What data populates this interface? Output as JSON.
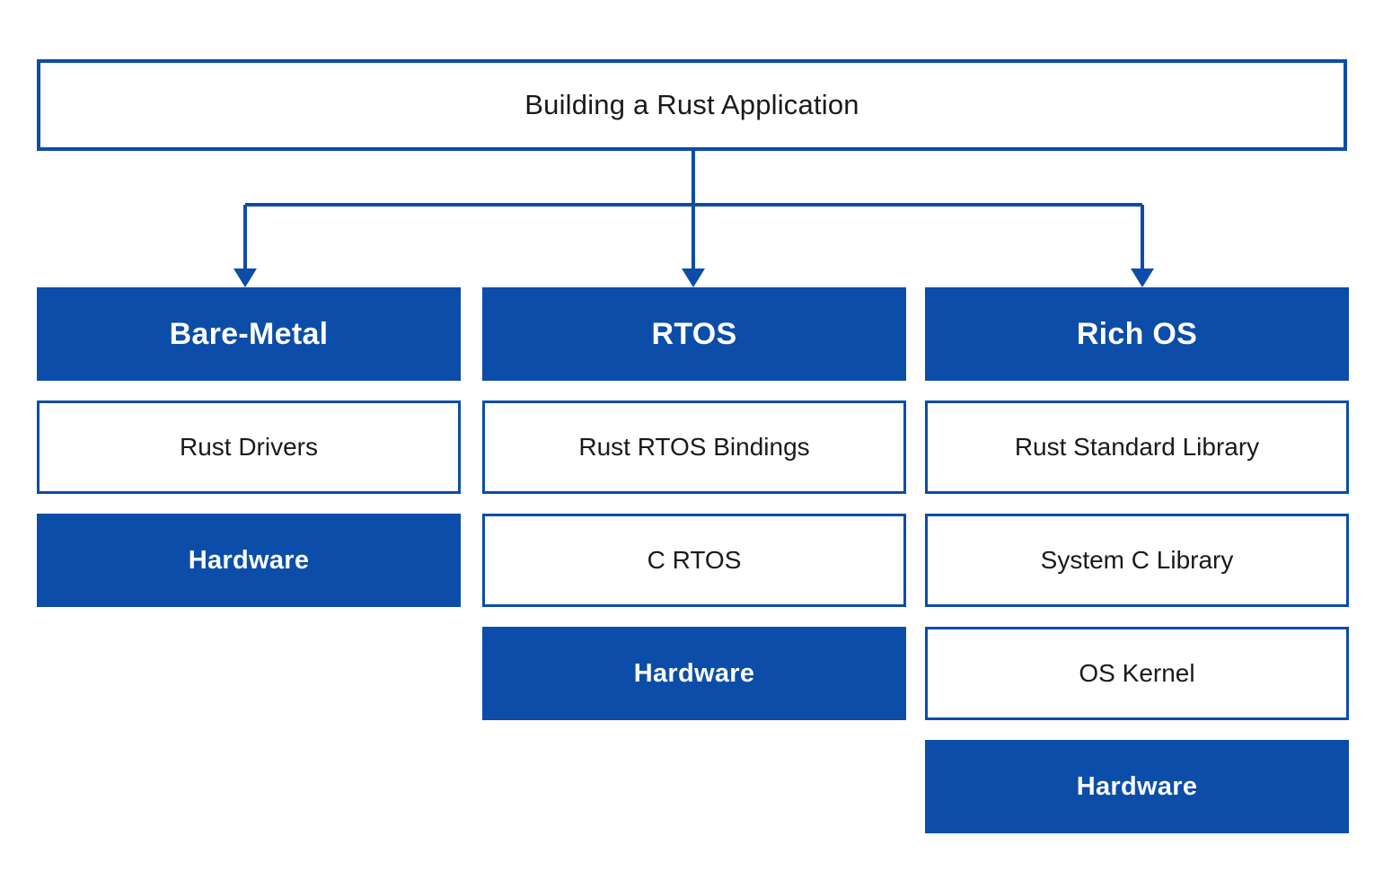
{
  "diagram": {
    "title": "Building a Rust Application",
    "colors": {
      "accent": "#0b4da8",
      "text": "#1a1a1a",
      "box_fill": "#ffffff",
      "inverse_text": "#ffffff"
    },
    "columns": [
      {
        "id": "bare-metal",
        "header": "Bare-Metal",
        "layers": [
          {
            "label": "Rust Drivers",
            "style": "outline"
          },
          {
            "label": "Hardware",
            "style": "filled"
          }
        ]
      },
      {
        "id": "rtos",
        "header": "RTOS",
        "layers": [
          {
            "label": "Rust RTOS Bindings",
            "style": "outline"
          },
          {
            "label": "C RTOS",
            "style": "outline"
          },
          {
            "label": "Hardware",
            "style": "filled"
          }
        ]
      },
      {
        "id": "rich-os",
        "header": "Rich OS",
        "layers": [
          {
            "label": "Rust Standard Library",
            "style": "outline"
          },
          {
            "label": "System C Library",
            "style": "outline"
          },
          {
            "label": "OS Kernel",
            "style": "outline"
          },
          {
            "label": "Hardware",
            "style": "filled"
          }
        ]
      }
    ]
  }
}
